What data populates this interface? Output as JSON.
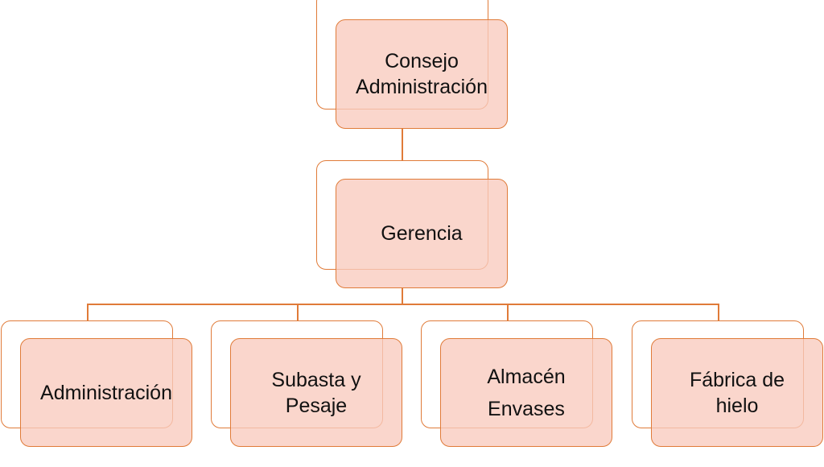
{
  "colors": {
    "accent": "#E07B39",
    "box_fill": "#F8CBBE",
    "background": "#FFFFFF"
  },
  "nodes": {
    "consejo": {
      "line1": "Consejo",
      "line2": "Administración"
    },
    "gerencia": {
      "label": "Gerencia"
    },
    "administracion": {
      "label": "Administración"
    },
    "subasta": {
      "line1": "Subasta y",
      "line2": "Pesaje"
    },
    "almacen": {
      "line1": "Almacén",
      "line2": "Envases"
    },
    "fabrica": {
      "line1": "Fábrica de",
      "line2": "hielo"
    }
  }
}
